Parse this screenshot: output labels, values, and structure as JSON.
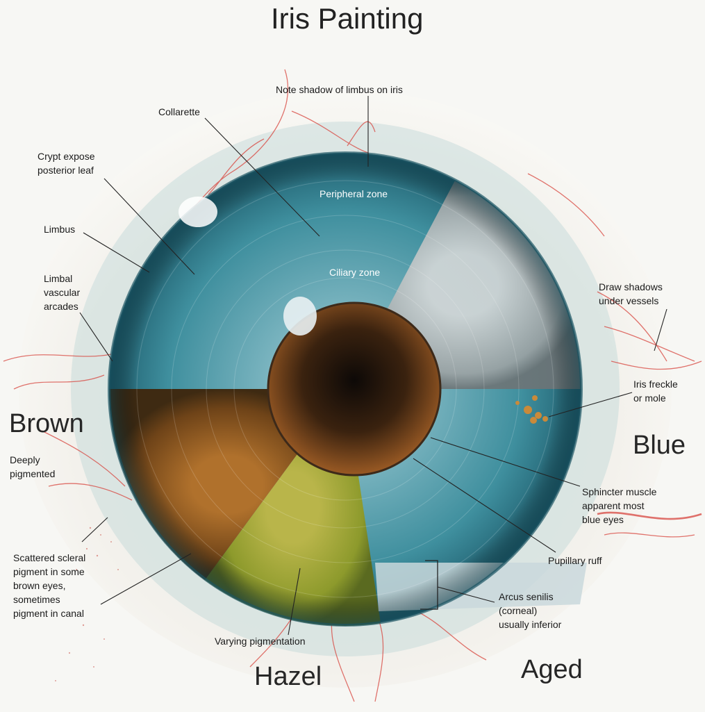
{
  "title": "Iris Painting",
  "sections": {
    "brown": "Brown",
    "blue": "Blue",
    "hazel": "Hazel",
    "aged": "Aged"
  },
  "labels": {
    "limbus_shadow": "Note shadow of limbus on iris",
    "collarette": "Collarette",
    "crypt": "Crypt expose\nposterior leaf",
    "limbus": "Limbus",
    "limbal_arcades": "Limbal\nvascular\narcades",
    "peripheral_zone": "Peripheral zone",
    "ciliary_zone": "Ciliary zone",
    "draw_shadows": "Draw shadows\nunder vessels",
    "iris_freckle": "Iris freckle\nor mole",
    "deeply_pigmented": "Deeply\npigmented",
    "scleral_pigment": "Scattered scleral\npigment in some\nbrown eyes,\nsometimes\npigment in canal",
    "sphincter": "Sphincter muscle\napparent most\nblue eyes",
    "pupillary_ruff": "Pupillary ruff",
    "arcus_senilis": "Arcus senilis\n(corneal)\nusually inferior",
    "varying_pigmentation": "Varying pigmentation"
  },
  "colors": {
    "sclera": "#f3f1ec",
    "vessel": "#d8453e",
    "blue_iris": "#3f8f9e",
    "brown_iris": "#7a4a1c",
    "hazel_iris": "#8d9a2c",
    "aged_iris": "#b9c8cc",
    "pupil": "#2a1a10"
  }
}
